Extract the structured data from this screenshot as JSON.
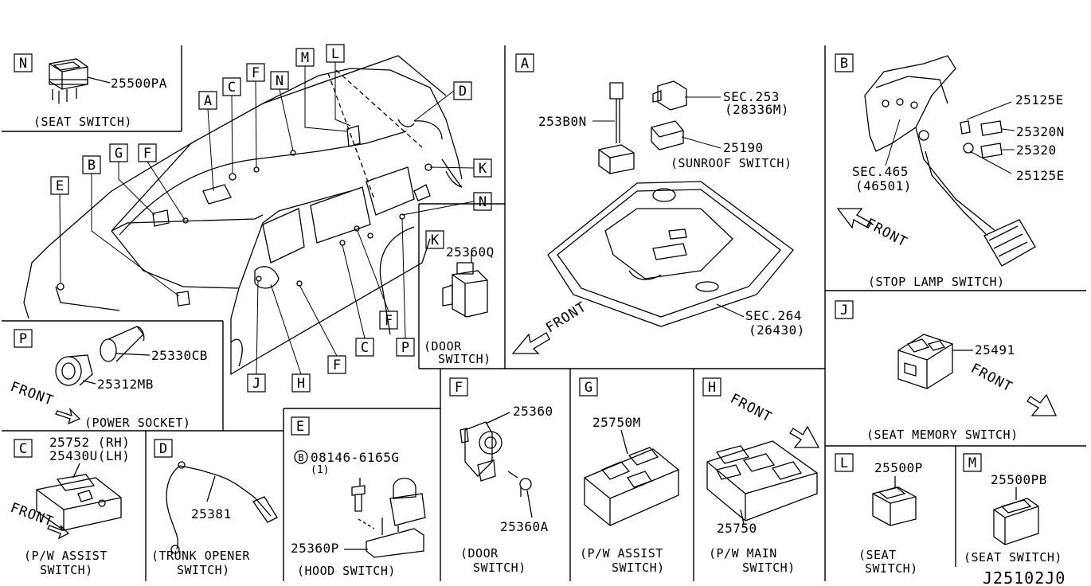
{
  "panels": {
    "N_seat": {
      "letter": "N",
      "part": "25500PA",
      "caption": "(SEAT SWITCH)"
    },
    "P_power": {
      "letter": "P",
      "part1": "25330CB",
      "part2": "25312MB",
      "front": "FRONT",
      "caption": "(POWER SOCKET)"
    },
    "C_pw": {
      "letter": "C",
      "part1": "25752 (RH)",
      "part2": "25430U(LH)",
      "front": "FRONT",
      "caption1": "(P/W ASSIST",
      "caption2": "SWITCH)"
    },
    "D_trunk": {
      "letter": "D",
      "part": "25381",
      "caption1": "(TRUNK OPENER",
      "caption2": "SWITCH)"
    },
    "E_hood": {
      "letter": "E",
      "bolt": "08146-6165G",
      "bolt_qty": "(1)",
      "bolt_marker": "B",
      "part": "25360P",
      "caption": "(HOOD SWITCH)"
    },
    "K_door": {
      "letter": "K",
      "part": "25360Q",
      "caption1": "(DOOR",
      "caption2": "SWITCH)"
    },
    "A_sunroof": {
      "letter": "A",
      "part1": "253B0N",
      "sec1": "SEC.253",
      "sec1b": "(28336M)",
      "part2": "25190",
      "caption": "(SUNROOF SWITCH)",
      "sec2": "SEC.264",
      "sec2b": "(26430)",
      "front": "FRONT"
    },
    "B_stop": {
      "letter": "B",
      "part1": "25125E",
      "part2": "25320N",
      "part3": "25320",
      "part4": "25125E",
      "sec": "SEC.465",
      "secb": "(46501)",
      "front": "FRONT",
      "caption": "(STOP LAMP SWITCH)"
    },
    "J_memory": {
      "letter": "J",
      "part": "25491",
      "front": "FRONT",
      "caption": "(SEAT MEMORY SWITCH)"
    },
    "F_door": {
      "letter": "F",
      "part1": "25360",
      "part2": "25360A",
      "caption1": "(DOOR",
      "caption2": "SWITCH)"
    },
    "G_pw": {
      "letter": "G",
      "part": "25750M",
      "caption1": "(P/W ASSIST",
      "caption2": "SWITCH)"
    },
    "H_main": {
      "letter": "H",
      "part": "25750",
      "front": "FRONT",
      "caption1": "(P/W MAIN",
      "caption2": "SWITCH)"
    },
    "L_seat": {
      "letter": "L",
      "part": "25500P",
      "caption1": "(SEAT",
      "caption2": "SWITCH)"
    },
    "M_seat": {
      "letter": "M",
      "part": "25500PB",
      "caption": "(SEAT SWITCH)"
    }
  },
  "car_labels": {
    "A": "A",
    "C": "C",
    "F1": "F",
    "N1": "N",
    "M": "M",
    "L": "L",
    "D": "D",
    "K": "K",
    "N2": "N",
    "G": "G",
    "F2": "F",
    "E": "E",
    "B": "B",
    "J": "J",
    "H": "H",
    "F3": "F",
    "C2": "C",
    "F4": "F",
    "P": "P"
  },
  "reference": "J25102J0"
}
